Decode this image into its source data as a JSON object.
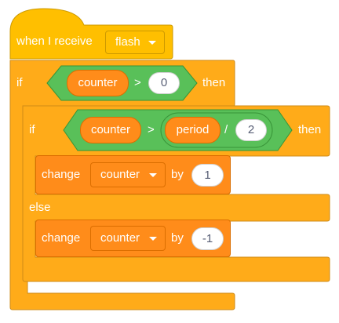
{
  "hat": {
    "label": "when I receive",
    "message": "flash"
  },
  "outer_if": {
    "keyword": "if",
    "cond_var": "counter",
    "cond_op": ">",
    "cond_val": "0",
    "then": "then"
  },
  "inner_if": {
    "keyword": "if",
    "cond_var": "counter",
    "cond_op": ">",
    "div_var": "period",
    "div_op": "/",
    "div_val": "2",
    "then": "then"
  },
  "change1": {
    "label": "change",
    "var": "counter",
    "by": "by",
    "value": "1"
  },
  "else_label": "else",
  "change2": {
    "label": "change",
    "var": "counter",
    "by": "by",
    "value": "-1"
  }
}
